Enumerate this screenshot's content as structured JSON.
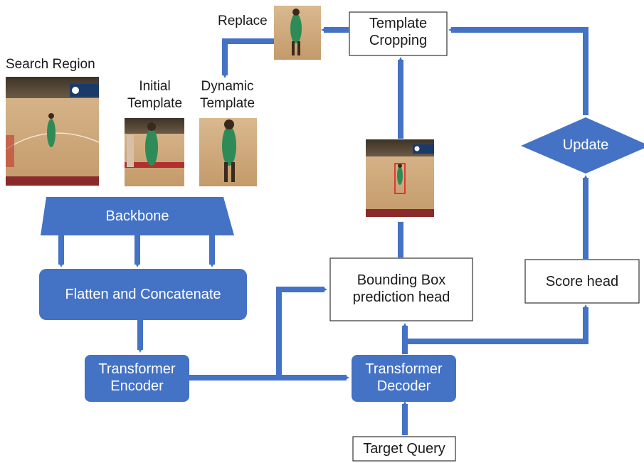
{
  "colors": {
    "blue": "#4472c4",
    "box_border": "#333333",
    "court": "#c9a57a",
    "jersey": "#2e8b57",
    "crowd": "#5a4a3a",
    "bbox_red": "#e02020"
  },
  "labels": {
    "search_region": "Search Region",
    "initial_template": [
      "Initial",
      "Template"
    ],
    "dynamic_template": [
      "Dynamic",
      "Template"
    ],
    "replace": "Replace",
    "template_cropping": [
      "Template",
      "Cropping"
    ],
    "backbone": "Backbone",
    "flatten_concat": "Flatten and Concatenate",
    "transformer_encoder": [
      "Transformer",
      "Encoder"
    ],
    "transformer_decoder": [
      "Transformer",
      "Decoder"
    ],
    "bbox_head": [
      "Bounding Box",
      "prediction head"
    ],
    "score_head": "Score head",
    "update": "Update",
    "target_query": "Target Query"
  },
  "images": {
    "search_region": "basketball-court-search-region",
    "initial_template": "player-initial-template",
    "dynamic_template": "player-dynamic-template",
    "replace_thumb": "player-replacement-thumbnail",
    "prediction_result": "court-with-predicted-bounding-box"
  }
}
